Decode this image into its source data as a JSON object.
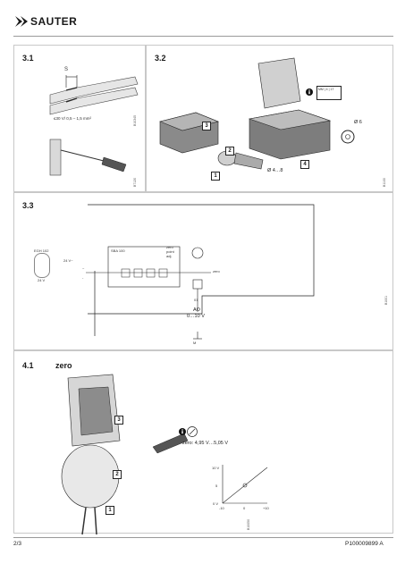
{
  "header": {
    "brand": "SAUTER"
  },
  "sections": {
    "s31": {
      "number": "3.1",
      "label_s": "S",
      "wire_spec": "≤30 V/ 0,5 – 1,5 mm²",
      "code_a": "B10345",
      "code_b": "B7120"
    },
    "s32": {
      "number": "3.2",
      "dia_cable": "Ø 4…8",
      "dia_ring": "Ø 6",
      "step1": "1",
      "step2": "2",
      "step3": "3",
      "step4": "4",
      "term_label": "MM | 4 | 1T",
      "code": "B1100"
    },
    "s33": {
      "number": "3.3",
      "supply_a": "24 V~",
      "supply_b": "~",
      "supply_c": "-",
      "sensor_top": "EGH 102",
      "sensor_bot": "24 V",
      "block_label": "SBA 100",
      "zero_label": "zero\npoint\nadj.",
      "out_zero": "zero",
      "ao_label": "AO",
      "ao_range": "0…10 V",
      "term_01": "01",
      "earth": "M",
      "code": "B1001"
    },
    "s41": {
      "number": "4.1",
      "title": "zero",
      "step1": "1",
      "step2": "2",
      "step3": "3",
      "zero_spec": "zero: 4,95 V…5,05 V",
      "chart_y_top": "10 V",
      "chart_y_mid": "5",
      "chart_y_bot": "0 V",
      "chart_x_left": "-10",
      "chart_x_mid": "0",
      "chart_x_right": "+10",
      "code": "B10050"
    }
  },
  "footer": {
    "page": "2/3",
    "doc_id": "P100009899 A"
  }
}
